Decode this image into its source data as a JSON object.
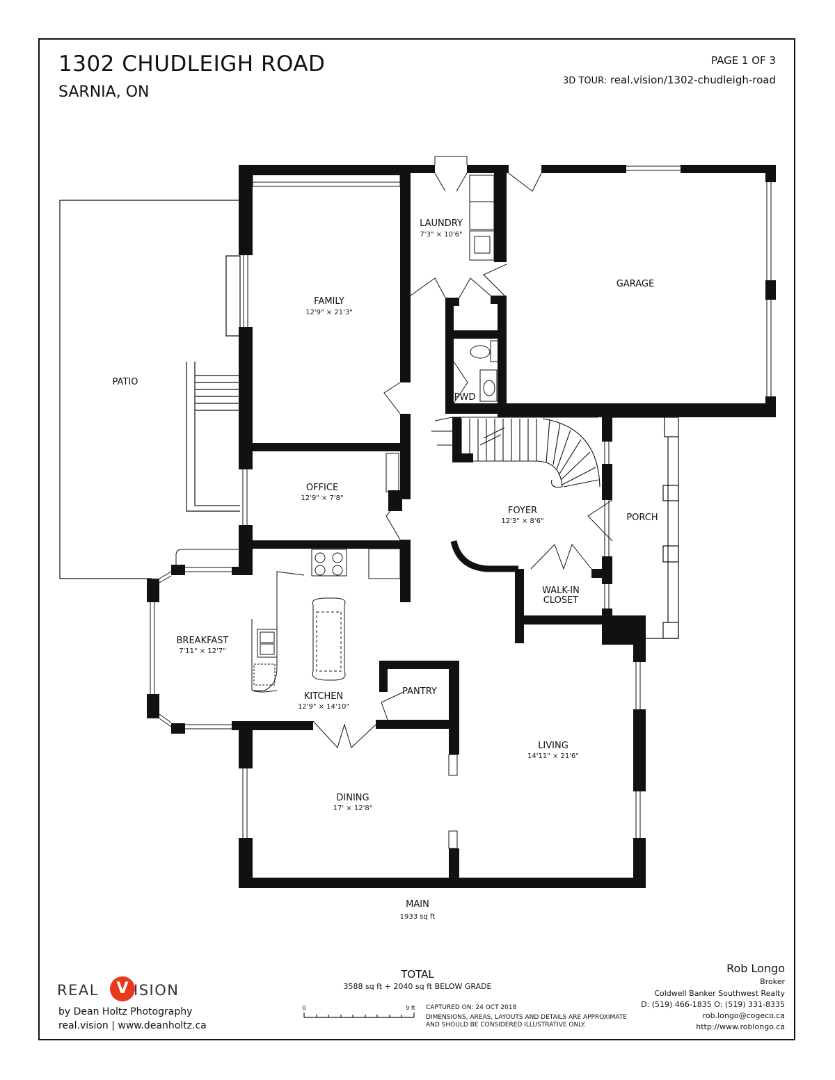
{
  "header": {
    "address": "1302 CHUDLEIGH ROAD",
    "city": "SARNIA, ON",
    "page": "PAGE 1 OF 3",
    "tour_label": "3D TOUR:",
    "tour_url": "real.vision/1302-chudleigh-road"
  },
  "rooms": {
    "family": {
      "name": "FAMILY",
      "dims": "12'9\" × 21'3\""
    },
    "laundry": {
      "name": "LAUNDRY",
      "dims": "7'3\" × 10'6\""
    },
    "garage": {
      "name": "GARAGE"
    },
    "patio": {
      "name": "PATIO"
    },
    "pwd": {
      "name": "PWD"
    },
    "office": {
      "name": "OFFICE",
      "dims": "12'9\" × 7'8\""
    },
    "foyer": {
      "name": "FOYER",
      "dims": "12'3\" × 8'6\""
    },
    "porch": {
      "name": "PORCH"
    },
    "closet": {
      "name": "WALK-IN",
      "name2": "CLOSET"
    },
    "breakfast": {
      "name": "BREAKFAST",
      "dims": "7'11\" × 12'7\""
    },
    "kitchen": {
      "name": "KITCHEN",
      "dims": "12'9\" × 14'10\""
    },
    "pantry": {
      "name": "PANTRY"
    },
    "living": {
      "name": "LIVING",
      "dims": "14'11\" × 21'6\""
    },
    "dining": {
      "name": "DINING",
      "dims": "17' × 12'8\""
    }
  },
  "floor": {
    "name": "MAIN",
    "area": "1933 sq ft"
  },
  "total": {
    "label": "TOTAL",
    "value": "3588 sq ft + 2040 sq ft BELOW GRADE"
  },
  "scale": {
    "start": "0",
    "end": "9 ft"
  },
  "captured": "CAPTURED ON: 24 OCT 2018",
  "disclaimer_1": "DIMENSIONS, AREAS, LAYOUTS AND DETAILS ARE APPROXIMATE",
  "disclaimer_2": "AND SHOULD BE CONSIDERED ILLUSTRATIVE ONLY.",
  "brand": {
    "logo_left": "REAL",
    "logo_v": "V",
    "logo_right": "ISION",
    "byline": "by Dean Holtz Photography",
    "urls": "real.vision | www.deanholtz.ca",
    "accent": "#e8391d"
  },
  "agent": {
    "name": "Rob Longo",
    "title": "Broker",
    "company": "Coldwell Banker Southwest Realty",
    "phones": "D: (519) 466-1835 O: (519) 331-8335",
    "email": "rob.longo@cogeco.ca",
    "web": "http://www.roblongo.ca"
  }
}
